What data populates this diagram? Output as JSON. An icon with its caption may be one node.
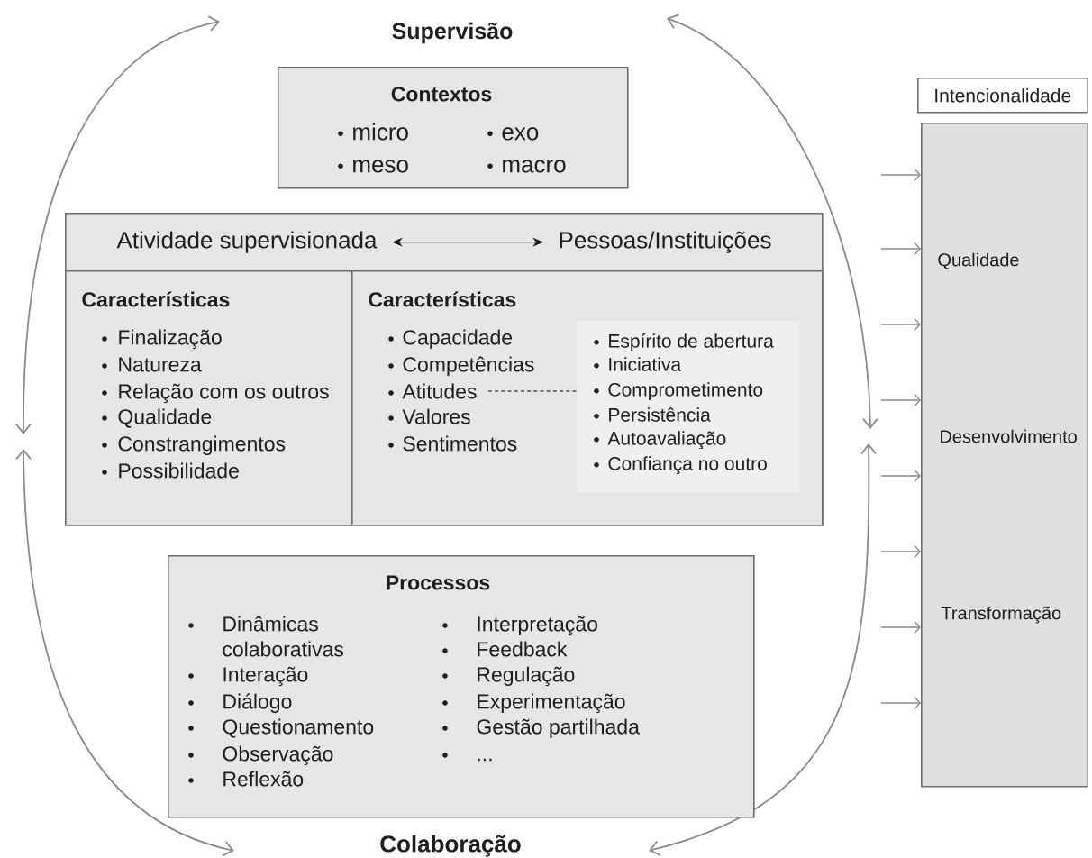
{
  "diagram": {
    "nodes": [
      {
        "text": [
          "Contextos",
          "micro",
          "exo",
          "meso",
          "macro"
        ]
      },
      {
        "text": [],
        "shape": "box"
      },
      {
        "text": [
          "Atividade supervisionada"
        ],
        "in": 1
      },
      {
        "text": [
          "Pessoas/Instituições"
        ],
        "in": 1
      },
      {
        "text": [
          "Características",
          "Finalização",
          "Natureza",
          "Relação com os outros",
          "Qualidade",
          "Constrangimentos",
          "Possibilidade"
        ],
        "in": 1
      },
      {
        "text": [
          "Características",
          "Capacidade",
          "Competências",
          "Valores",
          "Sentimentos"
        ],
        "in": 1
      },
      {
        "text": [
          "Atitudes"
        ],
        "in": 5
      },
      {
        "text": [
          "Espírito de abertura",
          "Iniciativa",
          "Comprometimento",
          "Persistência",
          "Autoavaliação",
          "Confiança no outro"
        ],
        "in": 5
      },
      {
        "text": [
          "Processos",
          "Dinâmicas colaborativas",
          "Interação",
          "Diálogo",
          "Questionamento",
          "Observação",
          "Reflexão",
          "Interpretação",
          "Feedback",
          "Regulação",
          "Experimentação",
          "Gestão partilhada",
          "..."
        ]
      },
      {
        "text": [
          "Intencionalidade"
        ]
      },
      {
        "text": [
          "Qualidade",
          "Desenvolvimento",
          "Transformação"
        ]
      }
    ],
    "edges": [
      {
        "from": 2,
        "to": 3,
        "arrow": "both",
        "color": "#1a1a1a"
      },
      {
        "from": 6,
        "to": 7,
        "arrow": "none",
        "style": "dashed",
        "color": "#4d4d4d"
      },
      {
        "from": null,
        "to": 10,
        "arrow": "to"
      },
      {
        "from": null,
        "to": 10,
        "arrow": "to"
      },
      {
        "from": null,
        "to": 10,
        "arrow": "to"
      },
      {
        "from": null,
        "to": 10,
        "arrow": "to"
      },
      {
        "from": null,
        "to": 10,
        "arrow": "to"
      },
      {
        "from": null,
        "to": 10,
        "arrow": "to"
      },
      {
        "from": null,
        "to": 10,
        "arrow": "to"
      },
      {
        "from": null,
        "to": 10,
        "arrow": "to"
      }
    ],
    "labels": [
      "Supervisão",
      "Colaboração"
    ]
  }
}
